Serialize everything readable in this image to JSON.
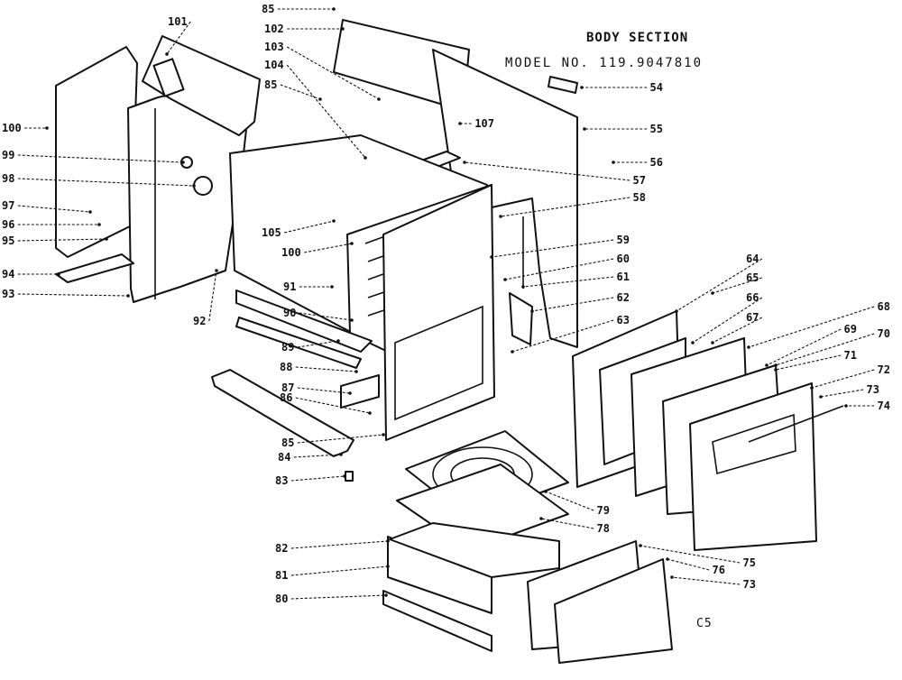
{
  "header": {
    "title": "BODY SECTION",
    "model_line": "MODEL NO.  119.9047810",
    "footer_code": "C5"
  },
  "parts": [
    {
      "id": "p100a",
      "label": "100"
    },
    {
      "id": "p101",
      "label": "101"
    },
    {
      "id": "p85a",
      "label": "85"
    },
    {
      "id": "p102",
      "label": "102"
    },
    {
      "id": "p103",
      "label": "103"
    },
    {
      "id": "p104",
      "label": "104"
    },
    {
      "id": "p85b",
      "label": "85"
    },
    {
      "id": "p107",
      "label": "107"
    },
    {
      "id": "p54",
      "label": "54"
    },
    {
      "id": "p55",
      "label": "55"
    },
    {
      "id": "p56",
      "label": "56"
    },
    {
      "id": "p57",
      "label": "57"
    },
    {
      "id": "p58",
      "label": "58"
    },
    {
      "id": "p99",
      "label": "99"
    },
    {
      "id": "p98",
      "label": "98"
    },
    {
      "id": "p97",
      "label": "97"
    },
    {
      "id": "p96",
      "label": "96"
    },
    {
      "id": "p95",
      "label": "95"
    },
    {
      "id": "p105",
      "label": "105"
    },
    {
      "id": "p100b",
      "label": "100"
    },
    {
      "id": "p94",
      "label": "94"
    },
    {
      "id": "p93",
      "label": "93"
    },
    {
      "id": "p92",
      "label": "92"
    },
    {
      "id": "p91",
      "label": "91"
    },
    {
      "id": "p90",
      "label": "90"
    },
    {
      "id": "p89",
      "label": "89"
    },
    {
      "id": "p88",
      "label": "88"
    },
    {
      "id": "p87",
      "label": "87"
    },
    {
      "id": "p86",
      "label": "86"
    },
    {
      "id": "p85c",
      "label": "85"
    },
    {
      "id": "p84",
      "label": "84"
    },
    {
      "id": "p83",
      "label": "83"
    },
    {
      "id": "p59",
      "label": "59"
    },
    {
      "id": "p60",
      "label": "60"
    },
    {
      "id": "p61",
      "label": "61"
    },
    {
      "id": "p62",
      "label": "62"
    },
    {
      "id": "p63",
      "label": "63"
    },
    {
      "id": "p64",
      "label": "64"
    },
    {
      "id": "p65",
      "label": "65"
    },
    {
      "id": "p66",
      "label": "66"
    },
    {
      "id": "p67",
      "label": "67"
    },
    {
      "id": "p68",
      "label": "68"
    },
    {
      "id": "p69",
      "label": "69"
    },
    {
      "id": "p70",
      "label": "70"
    },
    {
      "id": "p71",
      "label": "71"
    },
    {
      "id": "p72",
      "label": "72"
    },
    {
      "id": "p73a",
      "label": "73"
    },
    {
      "id": "p74",
      "label": "74"
    },
    {
      "id": "p79",
      "label": "79"
    },
    {
      "id": "p78",
      "label": "78"
    },
    {
      "id": "p82",
      "label": "82"
    },
    {
      "id": "p81",
      "label": "81"
    },
    {
      "id": "p80",
      "label": "80"
    },
    {
      "id": "p75",
      "label": "75"
    },
    {
      "id": "p76",
      "label": "76"
    },
    {
      "id": "p73b",
      "label": "73"
    }
  ]
}
